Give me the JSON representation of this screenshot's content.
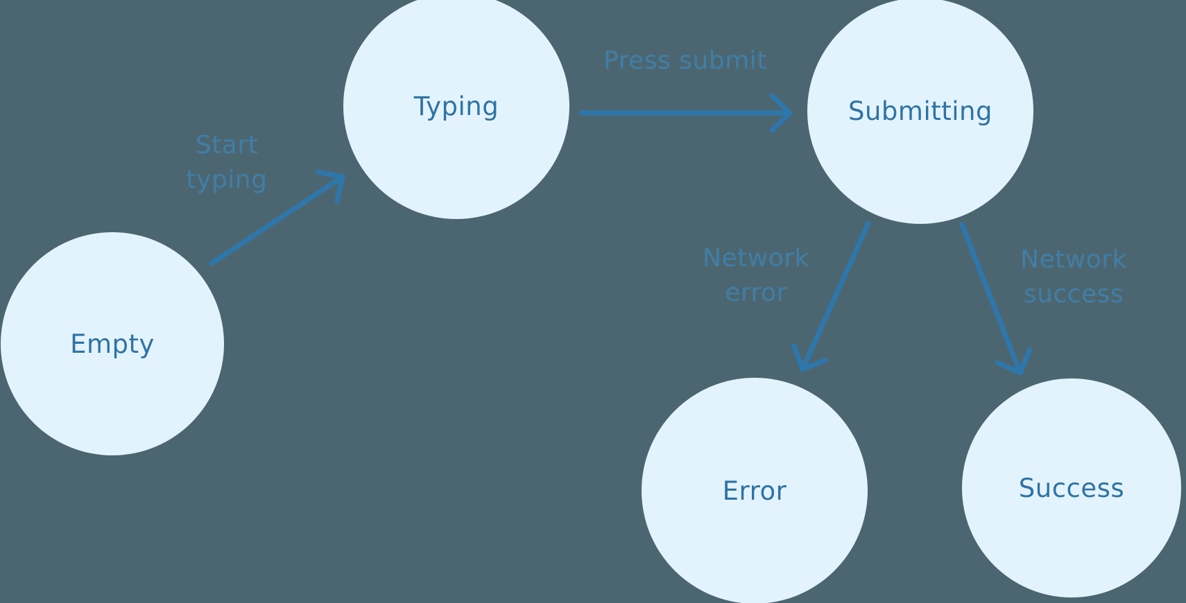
{
  "diagram": {
    "type": "state-machine",
    "nodes": [
      {
        "id": "empty",
        "label": "Empty"
      },
      {
        "id": "typing",
        "label": "Typing"
      },
      {
        "id": "submitting",
        "label": "Submitting"
      },
      {
        "id": "error",
        "label": "Error"
      },
      {
        "id": "success",
        "label": "Success"
      }
    ],
    "edges": [
      {
        "id": "start-typing",
        "label": "Start typing",
        "from": "empty",
        "to": "typing"
      },
      {
        "id": "press-submit",
        "label": "Press submit",
        "from": "typing",
        "to": "submitting"
      },
      {
        "id": "network-error",
        "label": "Network error",
        "from": "submitting",
        "to": "error"
      },
      {
        "id": "network-success",
        "label": "Network success",
        "from": "submitting",
        "to": "success"
      }
    ],
    "colors": {
      "background": "#4c6671",
      "node_fill": "#e3f3fd",
      "node_text": "#2e73a5",
      "arrow": "#2d77ad",
      "edge_label": "#3f81ab"
    }
  }
}
